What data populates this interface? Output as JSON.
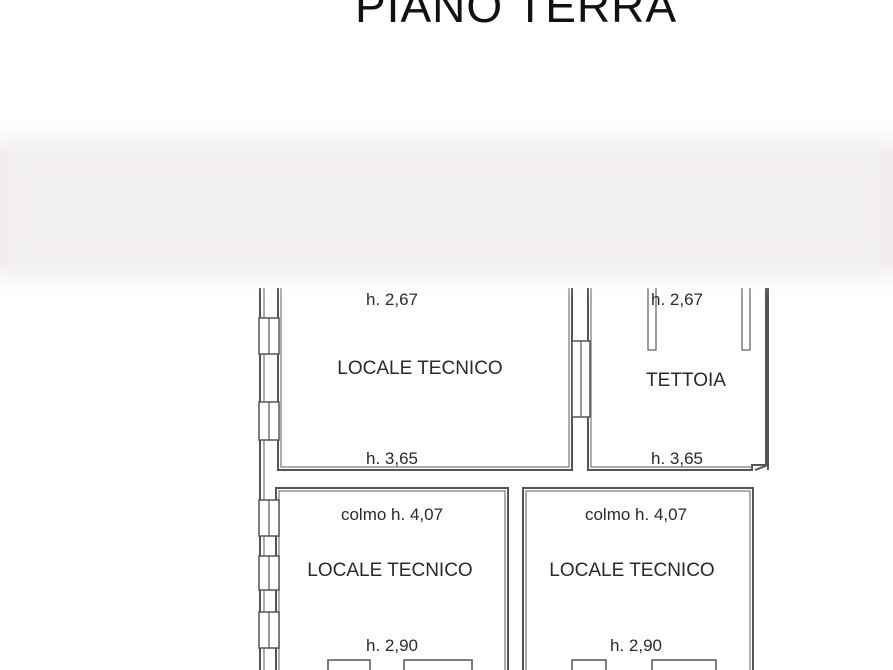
{
  "title": "PIANO TERRA",
  "rooms": [
    {
      "name": "LOCALE TECNICO",
      "top": "h. 2,67",
      "bottom": "h. 3,65"
    },
    {
      "name": "TETTOIA",
      "top": "h. 2,67",
      "bottom": "h. 3,65"
    },
    {
      "name": "LOCALE TECNICO",
      "top": "colmo h. 4,07",
      "bottom": "h. 2,90"
    },
    {
      "name": "LOCALE TECNICO",
      "top": "colmo h. 4,07",
      "bottom": "h. 2,90"
    }
  ],
  "colors": {
    "background": "#ffffff",
    "wall": "#555555",
    "text": "#2a2a2a",
    "title": "#111111",
    "blur_band": "#f1eded"
  }
}
